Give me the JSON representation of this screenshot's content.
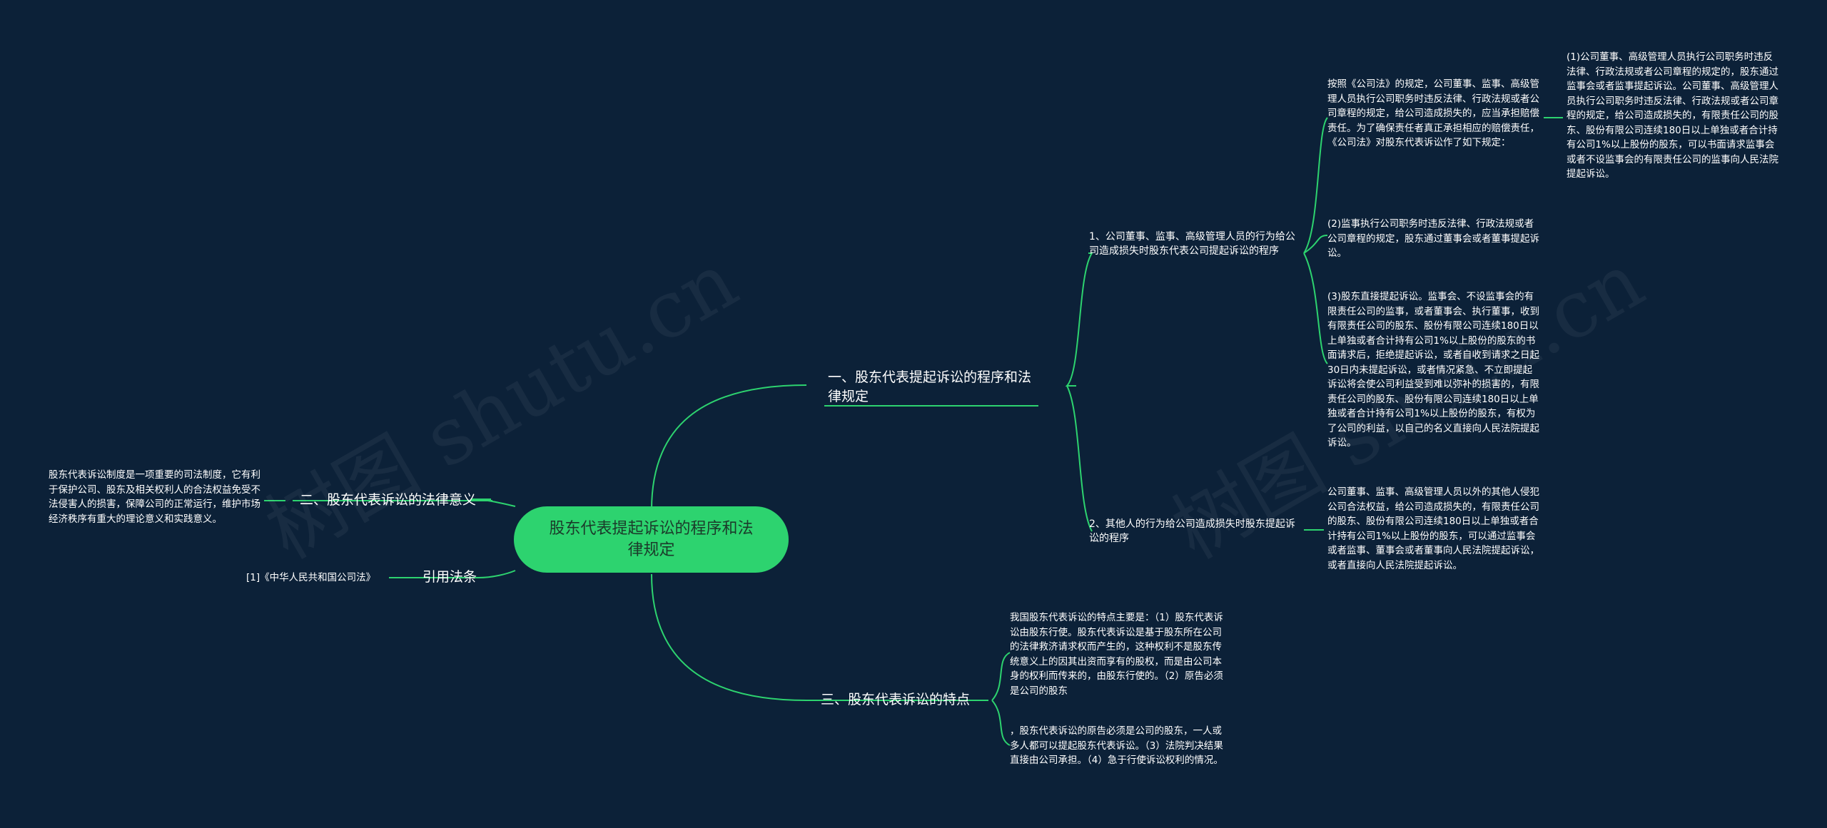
{
  "root": {
    "label": "股东代表提起诉讼的程序和法律规定"
  },
  "branches": {
    "b1": {
      "label": "一、股东代表提起诉讼的程序和法律规定"
    },
    "b2": {
      "label": "二、股东代表诉讼的法律意义"
    },
    "b3": {
      "label": "三、股东代表诉讼的特点"
    },
    "b4": {
      "label": "引用法条"
    }
  },
  "b1_children": {
    "c1": {
      "label": "1、公司董事、监事、高级管理人员的行为给公司造成损失时股东代表公司提起诉讼的程序"
    },
    "c2": {
      "label": "2、其他人的行为给公司造成损失时股东提起诉讼的程序"
    }
  },
  "c1_children": {
    "intro": "按照《公司法》的规定，公司董事、监事、高级管理人员执行公司职务时违反法律、行政法规或者公司章程的规定，给公司造成损失的，应当承担赔偿责任。为了确保责任者真正承担相应的赔偿责任，《公司法》对股东代表诉讼作了如下规定：",
    "item2": "(2)监事执行公司职务时违反法律、行政法规或者公司章程的规定，股东通过董事会或者董事提起诉讼。",
    "item3": "(3)股东直接提起诉讼。监事会、不设监事会的有限责任公司的监事，或者董事会、执行董事，收到有限责任公司的股东、股份有限公司连续180日以上单独或者合计持有公司1%以上股份的股东的书面请求后，拒绝提起诉讼，或者自收到请求之日起30日内未提起诉讼，或者情况紧急、不立即提起诉讼将会使公司利益受到难以弥补的损害的，有限责任公司的股东、股份有限公司连续180日以上单独或者合计持有公司1%以上股份的股东，有权为了公司的利益，以自己的名义直接向人民法院提起诉讼。"
  },
  "intro_child": {
    "item1": "(1)公司董事、高级管理人员执行公司职务时违反法律、行政法规或者公司章程的规定的，股东通过监事会或者监事提起诉讼。公司董事、高级管理人员执行公司职务时违反法律、行政法规或者公司章程的规定，给公司造成损失的，有限责任公司的股东、股份有限公司连续180日以上单独或者合计持有公司1%以上股份的股东，可以书面请求监事会或者不设监事会的有限责任公司的监事向人民法院提起诉讼。"
  },
  "c2_children": {
    "text": "公司董事、监事、高级管理人员以外的其他人侵犯公司合法权益，给公司造成损失的，有限责任公司的股东、股份有限公司连续180日以上单独或者合计持有公司1%以上股份的股东，可以通过监事会或者监事、董事会或者董事向人民法院提起诉讼，或者直接向人民法院提起诉讼。"
  },
  "b2_children": {
    "text": "股东代表诉讼制度是一项重要的司法制度，它有利于保护公司、股东及相关权利人的合法权益免受不法侵害人的损害，保障公司的正常运行，维护市场经济秩序有重大的理论意义和实践意义。"
  },
  "b3_children": {
    "t1": "我国股东代表诉讼的特点主要是：（1）股东代表诉讼由股东行使。股东代表诉讼是基于股东所在公司的法律救济请求权而产生的，这种权利不是股东传统意义上的因其出资而享有的股权，而是由公司本身的权利而传来的，由股东行使的。（2）原告必须是公司的股东",
    "t2": "，股东代表诉讼的原告必须是公司的股东，一人或多人都可以提起股东代表诉讼。（3）法院判决结果直接由公司承担。（4）急于行使诉讼权利的情况。"
  },
  "b4_children": {
    "text": "[1]《中华人民共和国公司法》"
  },
  "watermarks": [
    "树图 shutu.cn",
    "树图 shutu.cn"
  ],
  "colors": {
    "background": "#0c2138",
    "root_fill": "#2dd36f",
    "root_text": "#1b3a2a",
    "line": "#2dd36f",
    "text": "#ffffff"
  }
}
